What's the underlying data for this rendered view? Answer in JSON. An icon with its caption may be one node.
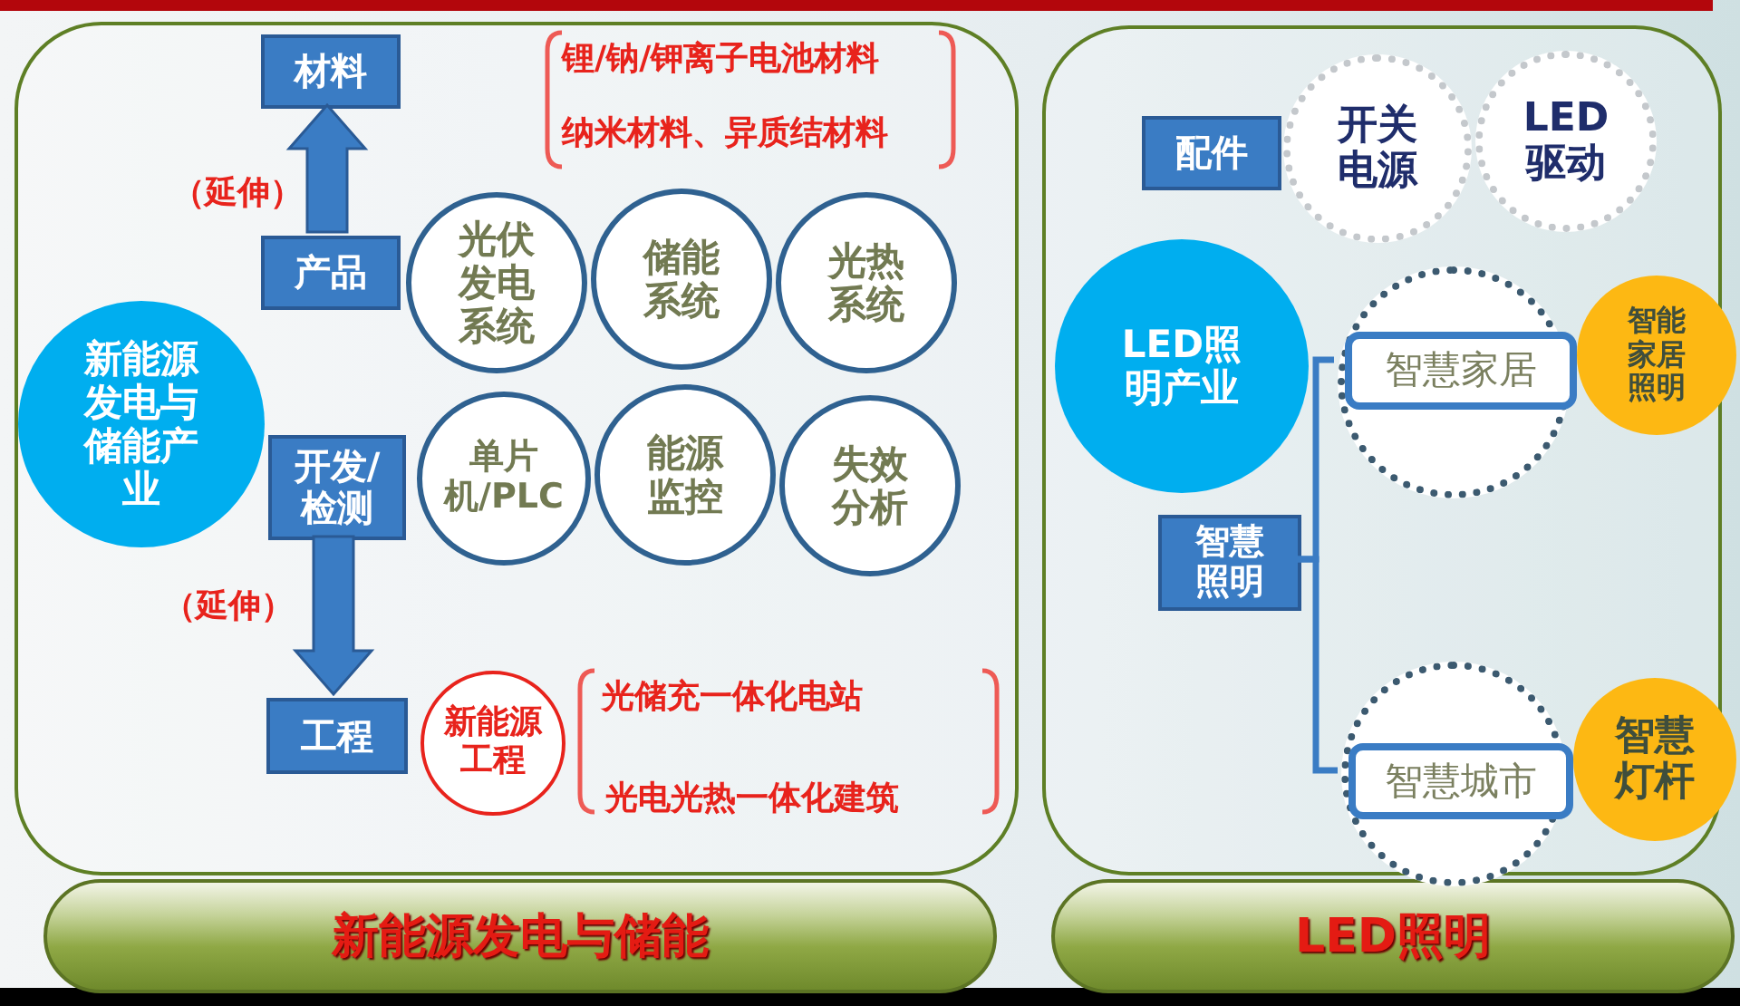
{
  "diagram": {
    "nodes": [
      {
        "text": [
          "新能源发电与储能"
        ]
      },
      {
        "text": [
          "材料"
        ],
        "in": 0
      },
      {
        "text": [
          "产品"
        ],
        "in": 0
      },
      {
        "text": [
          "开发/检测"
        ],
        "in": 0
      },
      {
        "text": [
          "工程"
        ],
        "in": 0
      },
      {
        "text": [
          "新能源发电与储能产业"
        ],
        "in": 0
      },
      {
        "text": [
          "光伏发电系统"
        ],
        "in": 0
      },
      {
        "text": [
          "储能系统"
        ],
        "in": 0
      },
      {
        "text": [
          "光热系统"
        ],
        "in": 0
      },
      {
        "text": [
          "单片机/PLC"
        ],
        "in": 0
      },
      {
        "text": [
          "能源监控"
        ],
        "in": 0
      },
      {
        "text": [
          "失效分析"
        ],
        "in": 0
      },
      {
        "text": [
          "新能源工程"
        ],
        "in": 0
      },
      {
        "text": [
          "LED照明"
        ]
      },
      {
        "text": [
          "配件"
        ],
        "in": 13
      },
      {
        "text": [
          "开关电源"
        ],
        "in": 13
      },
      {
        "text": [
          "LED驱动"
        ],
        "in": 13
      },
      {
        "text": [
          "LED照明产业"
        ],
        "in": 13
      },
      {
        "text": [
          "智慧照明"
        ],
        "in": 13
      },
      {
        "text": [],
        "shape": "circle",
        "in": 13
      },
      {
        "text": [
          "智慧家居"
        ],
        "in": 19
      },
      {
        "text": [
          "智能家居照明"
        ],
        "in": 13
      },
      {
        "text": [],
        "shape": "circle",
        "in": 13
      },
      {
        "text": [
          "智慧城市"
        ],
        "in": 22
      },
      {
        "text": [
          "智慧灯杆"
        ],
        "in": 13
      }
    ],
    "edges": [
      {
        "from": 2,
        "to": 1,
        "arrow": "to",
        "label": "（延伸）",
        "style": "thick"
      },
      {
        "from": 3,
        "to": 4,
        "arrow": "to",
        "label": "（延伸）",
        "style": "thick"
      },
      {
        "from": 18,
        "to": 20,
        "arrow": "none"
      },
      {
        "from": 18,
        "to": 23,
        "arrow": "none"
      }
    ],
    "labels": [
      "锂/钠/钾离子电池材料",
      "纳米材料、异质结材料",
      "光储充一体化电站",
      "光电光热一体化建筑"
    ]
  }
}
